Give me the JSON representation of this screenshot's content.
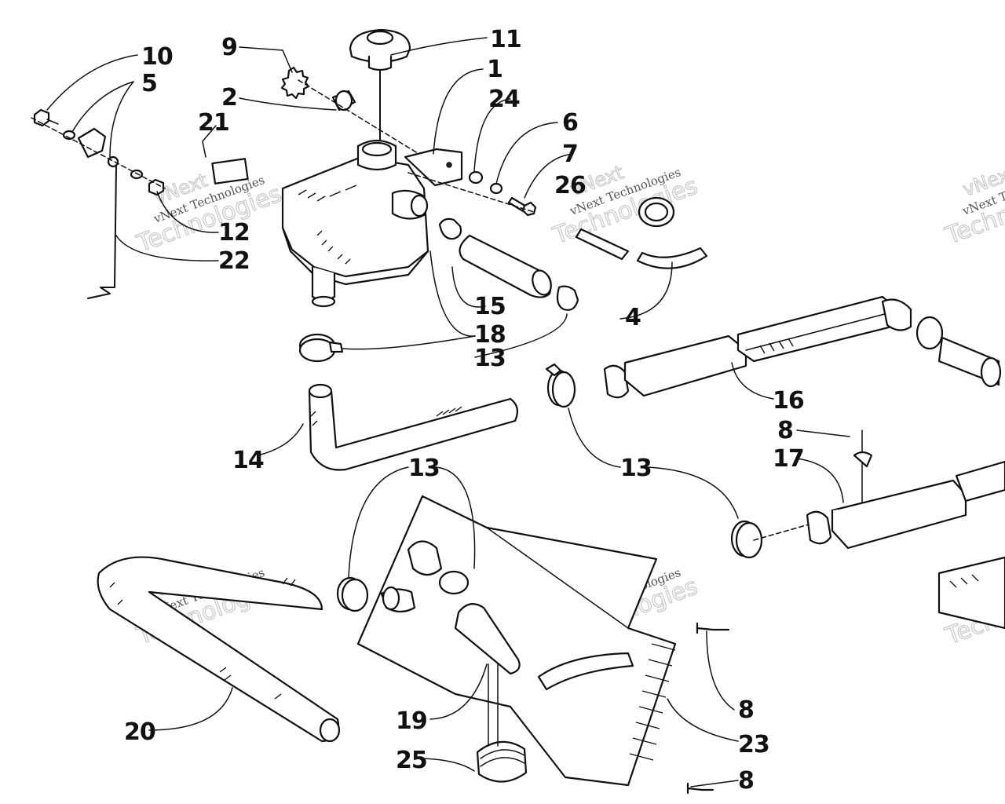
{
  "watermark": {
    "line1": "vNext",
    "line2": "vNext Technologies",
    "line3": "Technologies"
  },
  "callouts": {
    "c1": "1",
    "c2": "2",
    "c4": "4",
    "c5": "5",
    "c6": "6",
    "c7": "7",
    "c8a": "8",
    "c8b": "8",
    "c8c": "8",
    "c9": "9",
    "c10": "10",
    "c11": "11",
    "c12": "12",
    "c13a": "13",
    "c13b": "13",
    "c13c": "13",
    "c14": "14",
    "c15": "15",
    "c16": "16",
    "c17": "17",
    "c18": "18",
    "c19": "19",
    "c20": "20",
    "c21": "21",
    "c22": "22",
    "c23": "23",
    "c24": "24",
    "c25": "25",
    "c26": "26"
  }
}
